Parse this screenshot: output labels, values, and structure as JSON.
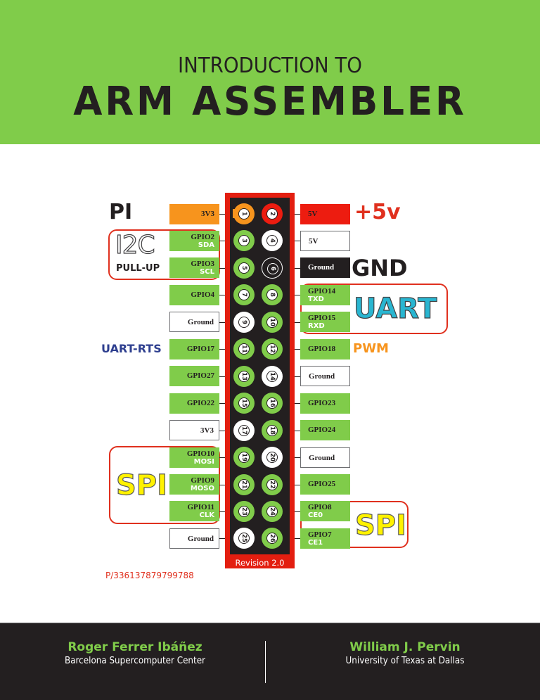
{
  "header": {
    "subtitle": "INTRODUCTION TO",
    "title": "ARM ASSEMBLER",
    "background_color": "#80cc4a"
  },
  "diagram": {
    "board_label": "PI",
    "revision": "Revision 2.0",
    "reference_code": "P/336137879799788",
    "pin_numbers": [
      "1",
      "2",
      "3",
      "4",
      "5",
      "6",
      "7",
      "8",
      "9",
      "10",
      "11",
      "12",
      "13",
      "14",
      "15",
      "16",
      "17",
      "18",
      "19",
      "20",
      "21",
      "22",
      "23",
      "24",
      "25",
      "26"
    ],
    "left_labels": [
      {
        "pin": "1",
        "name": "3V3",
        "sub": "",
        "color": "orange"
      },
      {
        "pin": "3",
        "name": "GPIO2",
        "sub": "SDA",
        "color": "green"
      },
      {
        "pin": "5",
        "name": "GPIO3",
        "sub": "SCL",
        "color": "green"
      },
      {
        "pin": "7",
        "name": "GPIO4",
        "sub": "",
        "color": "green"
      },
      {
        "pin": "9",
        "name": "Ground",
        "sub": "",
        "color": "white"
      },
      {
        "pin": "11",
        "name": "GPIO17",
        "sub": "",
        "color": "green"
      },
      {
        "pin": "13",
        "name": "GPIO27",
        "sub": "",
        "color": "green"
      },
      {
        "pin": "15",
        "name": "GPIO22",
        "sub": "",
        "color": "green"
      },
      {
        "pin": "17",
        "name": "3V3",
        "sub": "",
        "color": "white"
      },
      {
        "pin": "19",
        "name": "GPIO10",
        "sub": "MOSI",
        "color": "green"
      },
      {
        "pin": "21",
        "name": "GPIO9",
        "sub": "MOSO",
        "color": "green"
      },
      {
        "pin": "23",
        "name": "GPIO11",
        "sub": "CLK",
        "color": "green"
      },
      {
        "pin": "25",
        "name": "Ground",
        "sub": "",
        "color": "white"
      }
    ],
    "right_labels": [
      {
        "pin": "2",
        "name": "5V",
        "sub": "",
        "color": "red"
      },
      {
        "pin": "4",
        "name": "5V",
        "sub": "",
        "color": "white"
      },
      {
        "pin": "6",
        "name": "Ground",
        "sub": "",
        "color": "black"
      },
      {
        "pin": "8",
        "name": "GPIO14",
        "sub": "TXD",
        "color": "green"
      },
      {
        "pin": "10",
        "name": "GPIO15",
        "sub": "RXD",
        "color": "green"
      },
      {
        "pin": "12",
        "name": "GPIO18",
        "sub": "",
        "color": "green"
      },
      {
        "pin": "14",
        "name": "Ground",
        "sub": "",
        "color": "white"
      },
      {
        "pin": "16",
        "name": "GPIO23",
        "sub": "",
        "color": "green"
      },
      {
        "pin": "18",
        "name": "GPIO24",
        "sub": "",
        "color": "green"
      },
      {
        "pin": "20",
        "name": "Ground",
        "sub": "",
        "color": "white"
      },
      {
        "pin": "22",
        "name": "GPIO25",
        "sub": "",
        "color": "green"
      },
      {
        "pin": "24",
        "name": "GPIO8",
        "sub": "CE0",
        "color": "green"
      },
      {
        "pin": "26",
        "name": "GPIO7",
        "sub": "CE1",
        "color": "green"
      }
    ],
    "annotations": {
      "i2c": "I2C",
      "i2c_sub": "PULL-UP",
      "plus5v": "+5v",
      "gnd": "GND",
      "uart": "UART",
      "uart_rts": "UART-RTS",
      "pwm": "PWM",
      "spi_left": "SPI",
      "spi_right": "SPI"
    },
    "colors": {
      "green": "#80cc4a",
      "orange": "#f7941d",
      "red": "#ed1c10",
      "black": "#231f20",
      "uart_blue": "#29b6d1",
      "rts_blue": "#2e3f8f",
      "spi_yellow": "#fff200",
      "frame_red": "#e0301e"
    }
  },
  "footer": {
    "authors": [
      {
        "name": "Roger Ferrer Ibáñez",
        "affiliation": "Barcelona Supercomputer Center"
      },
      {
        "name": "William J. Pervin",
        "affiliation": "University of Texas at Dallas"
      }
    ]
  }
}
